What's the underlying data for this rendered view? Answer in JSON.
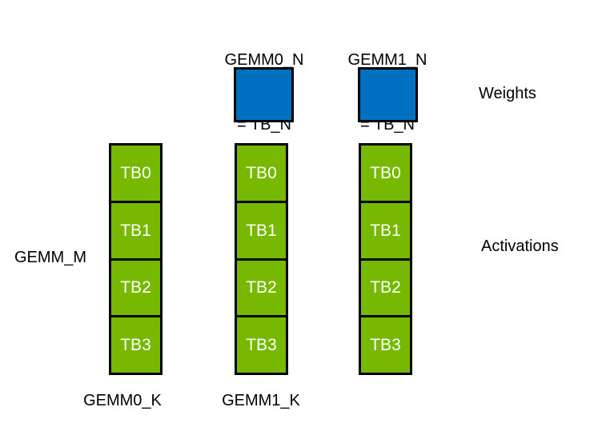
{
  "colors": {
    "activation_green": "#76B900",
    "weight_blue": "#0070C0",
    "border_black": "#000000",
    "label_text": "#000000",
    "block_text": "#FFFFFF"
  },
  "top_labels": {
    "gemm0_n": {
      "line1": "GEMM0_N",
      "line2": "= TB_N"
    },
    "gemm1_n": {
      "line1": "GEMM1_N",
      "line2": "= TB_N"
    }
  },
  "side_labels": {
    "weights": "Weights",
    "activations": "Activations",
    "gemm_m": "GEMM_M"
  },
  "bottom_labels": {
    "gemm0_k": "GEMM0_K",
    "gemm1_k": "GEMM1_K"
  },
  "columns": [
    {
      "blocks": [
        "TB0",
        "TB1",
        "TB2",
        "TB3"
      ]
    },
    {
      "blocks": [
        "TB0",
        "TB1",
        "TB2",
        "TB3"
      ]
    },
    {
      "blocks": [
        "TB0",
        "TB1",
        "TB2",
        "TB3"
      ]
    }
  ]
}
